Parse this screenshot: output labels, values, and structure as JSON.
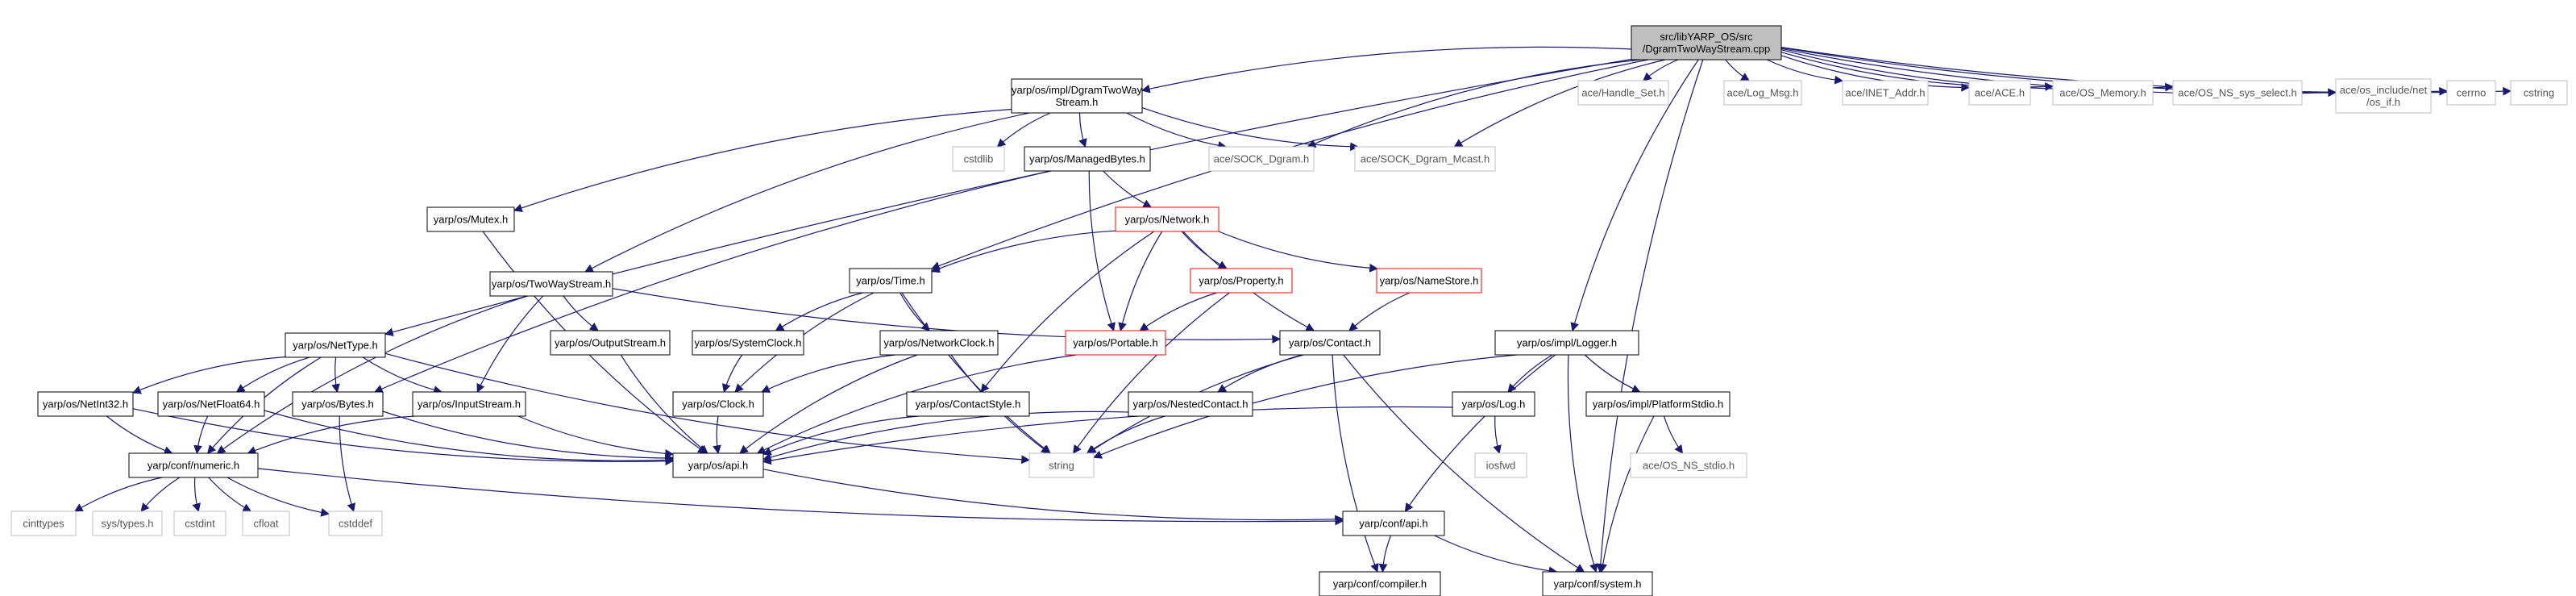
{
  "colors": {
    "edge": "#191970",
    "box_default": "#000000",
    "box_truncated": "#ff0000",
    "box_external": "#bfbfbf",
    "root_fill": "#bfbfbf"
  },
  "nodes": [
    {
      "id": "root",
      "lines": [
        "src/libYARP_OS/src",
        "/DgramTwoWayStream.cpp"
      ],
      "kind": "root"
    },
    {
      "id": "dgram_h",
      "lines": [
        "yarp/os/impl/DgramTwoWay",
        "Stream.h"
      ],
      "kind": "default"
    },
    {
      "id": "nettype",
      "lines": [
        "yarp/os/NetType.h"
      ],
      "kind": "default"
    },
    {
      "id": "cstdlib",
      "lines": [
        "cstdlib"
      ],
      "kind": "external"
    },
    {
      "id": "managedbytes",
      "lines": [
        "yarp/os/ManagedBytes.h"
      ],
      "kind": "default"
    },
    {
      "id": "sock_dgram",
      "lines": [
        "ace/SOCK_Dgram.h"
      ],
      "kind": "external"
    },
    {
      "id": "sock_mcast",
      "lines": [
        "ace/SOCK_Dgram_Mcast.h"
      ],
      "kind": "external"
    },
    {
      "id": "handle_set",
      "lines": [
        "ace/Handle_Set.h"
      ],
      "kind": "external"
    },
    {
      "id": "log_msg",
      "lines": [
        "ace/Log_Msg.h"
      ],
      "kind": "external"
    },
    {
      "id": "inet_addr",
      "lines": [
        "ace/INET_Addr.h"
      ],
      "kind": "external"
    },
    {
      "id": "ace_h",
      "lines": [
        "ace/ACE.h"
      ],
      "kind": "external"
    },
    {
      "id": "os_memory",
      "lines": [
        "ace/OS_Memory.h"
      ],
      "kind": "external"
    },
    {
      "id": "os_ns_sys_select",
      "lines": [
        "ace/OS_NS_sys_select.h"
      ],
      "kind": "external"
    },
    {
      "id": "os_if",
      "lines": [
        "ace/os_include/net",
        "/os_if.h"
      ],
      "kind": "external"
    },
    {
      "id": "cerrno",
      "lines": [
        "cerrno"
      ],
      "kind": "external"
    },
    {
      "id": "cstring",
      "lines": [
        "cstring"
      ],
      "kind": "external"
    },
    {
      "id": "mutex",
      "lines": [
        "yarp/os/Mutex.h"
      ],
      "kind": "default"
    },
    {
      "id": "network",
      "lines": [
        "yarp/os/Network.h"
      ],
      "kind": "truncated"
    },
    {
      "id": "time",
      "lines": [
        "yarp/os/Time.h"
      ],
      "kind": "default"
    },
    {
      "id": "property",
      "lines": [
        "yarp/os/Property.h"
      ],
      "kind": "truncated"
    },
    {
      "id": "namestore",
      "lines": [
        "yarp/os/NameStore.h"
      ],
      "kind": "truncated"
    },
    {
      "id": "twowaystream",
      "lines": [
        "yarp/os/TwoWayStream.h"
      ],
      "kind": "default"
    },
    {
      "id": "systemclock",
      "lines": [
        "yarp/os/SystemClock.h"
      ],
      "kind": "default"
    },
    {
      "id": "networkclock",
      "lines": [
        "yarp/os/NetworkClock.h"
      ],
      "kind": "default"
    },
    {
      "id": "portable",
      "lines": [
        "yarp/os/Portable.h"
      ],
      "kind": "truncated"
    },
    {
      "id": "contact",
      "lines": [
        "yarp/os/Contact.h"
      ],
      "kind": "default"
    },
    {
      "id": "logger",
      "lines": [
        "yarp/os/impl/Logger.h"
      ],
      "kind": "default"
    },
    {
      "id": "outputstream",
      "lines": [
        "yarp/os/OutputStream.h"
      ],
      "kind": "default"
    },
    {
      "id": "netint32",
      "lines": [
        "yarp/os/NetInt32.h"
      ],
      "kind": "default"
    },
    {
      "id": "netfloat64",
      "lines": [
        "yarp/os/NetFloat64.h"
      ],
      "kind": "default"
    },
    {
      "id": "bytes",
      "lines": [
        "yarp/os/Bytes.h"
      ],
      "kind": "default"
    },
    {
      "id": "inputstream",
      "lines": [
        "yarp/os/InputStream.h"
      ],
      "kind": "default"
    },
    {
      "id": "clock",
      "lines": [
        "yarp/os/Clock.h"
      ],
      "kind": "default"
    },
    {
      "id": "contactstyle",
      "lines": [
        "yarp/os/ContactStyle.h"
      ],
      "kind": "default"
    },
    {
      "id": "nestedcontact",
      "lines": [
        "yarp/os/NestedContact.h"
      ],
      "kind": "default"
    },
    {
      "id": "log",
      "lines": [
        "yarp/os/Log.h"
      ],
      "kind": "default"
    },
    {
      "id": "platformstdio",
      "lines": [
        "yarp/os/impl/PlatformStdio.h"
      ],
      "kind": "default"
    },
    {
      "id": "numeric",
      "lines": [
        "yarp/conf/numeric.h"
      ],
      "kind": "default"
    },
    {
      "id": "api",
      "lines": [
        "yarp/os/api.h"
      ],
      "kind": "default"
    },
    {
      "id": "string",
      "lines": [
        "string"
      ],
      "kind": "external"
    },
    {
      "id": "iosfwd",
      "lines": [
        "iosfwd"
      ],
      "kind": "external"
    },
    {
      "id": "os_ns_stdio",
      "lines": [
        "ace/OS_NS_stdio.h"
      ],
      "kind": "external"
    },
    {
      "id": "cinttypes",
      "lines": [
        "cinttypes"
      ],
      "kind": "external"
    },
    {
      "id": "sys_types",
      "lines": [
        "sys/types.h"
      ],
      "kind": "external"
    },
    {
      "id": "cstdint",
      "lines": [
        "cstdint"
      ],
      "kind": "external"
    },
    {
      "id": "cfloat",
      "lines": [
        "cfloat"
      ],
      "kind": "external"
    },
    {
      "id": "cstddef",
      "lines": [
        "cstddef"
      ],
      "kind": "external"
    },
    {
      "id": "conf_api",
      "lines": [
        "yarp/conf/api.h"
      ],
      "kind": "default"
    },
    {
      "id": "compiler",
      "lines": [
        "yarp/conf/compiler.h"
      ],
      "kind": "default"
    },
    {
      "id": "system",
      "lines": [
        "yarp/conf/system.h"
      ],
      "kind": "default"
    }
  ],
  "edges": [
    [
      "root",
      "dgram_h"
    ],
    [
      "root",
      "nettype"
    ],
    [
      "root",
      "time"
    ],
    [
      "root",
      "sock_dgram"
    ],
    [
      "root",
      "sock_mcast"
    ],
    [
      "root",
      "handle_set"
    ],
    [
      "root",
      "log_msg"
    ],
    [
      "root",
      "inet_addr"
    ],
    [
      "root",
      "ace_h"
    ],
    [
      "root",
      "os_memory"
    ],
    [
      "root",
      "os_ns_sys_select"
    ],
    [
      "root",
      "os_if"
    ],
    [
      "root",
      "cerrno"
    ],
    [
      "root",
      "cstring"
    ],
    [
      "root",
      "logger"
    ],
    [
      "root",
      "system"
    ],
    [
      "dgram_h",
      "cstdlib"
    ],
    [
      "dgram_h",
      "managedbytes"
    ],
    [
      "dgram_h",
      "sock_dgram"
    ],
    [
      "dgram_h",
      "sock_mcast"
    ],
    [
      "dgram_h",
      "mutex"
    ],
    [
      "dgram_h",
      "twowaystream"
    ],
    [
      "managedbytes",
      "network"
    ],
    [
      "managedbytes",
      "portable"
    ],
    [
      "managedbytes",
      "bytes"
    ],
    [
      "network",
      "time"
    ],
    [
      "network",
      "property"
    ],
    [
      "network",
      "namestore"
    ],
    [
      "network",
      "contact"
    ],
    [
      "network",
      "portable"
    ],
    [
      "network",
      "contactstyle"
    ],
    [
      "mutex",
      "api"
    ],
    [
      "twowaystream",
      "outputstream"
    ],
    [
      "twowaystream",
      "inputstream"
    ],
    [
      "twowaystream",
      "contact"
    ],
    [
      "twowaystream",
      "numeric"
    ],
    [
      "time",
      "systemclock"
    ],
    [
      "time",
      "networkclock"
    ],
    [
      "time",
      "clock"
    ],
    [
      "time",
      "string"
    ],
    [
      "property",
      "portable"
    ],
    [
      "property",
      "string"
    ],
    [
      "namestore",
      "contact"
    ],
    [
      "systemclock",
      "clock"
    ],
    [
      "networkclock",
      "clock"
    ],
    [
      "networkclock",
      "api"
    ],
    [
      "networkclock",
      "string"
    ],
    [
      "portable",
      "api"
    ],
    [
      "contact",
      "nestedcontact"
    ],
    [
      "contact",
      "string"
    ],
    [
      "contact",
      "compiler"
    ],
    [
      "contact",
      "system"
    ],
    [
      "logger",
      "log"
    ],
    [
      "logger",
      "platformstdio"
    ],
    [
      "logger",
      "string"
    ],
    [
      "logger",
      "conf_api"
    ],
    [
      "logger",
      "system"
    ],
    [
      "outputstream",
      "api"
    ],
    [
      "nettype",
      "netint32"
    ],
    [
      "nettype",
      "netfloat64"
    ],
    [
      "nettype",
      "bytes"
    ],
    [
      "nettype",
      "inputstream"
    ],
    [
      "nettype",
      "numeric"
    ],
    [
      "nettype",
      "string"
    ],
    [
      "netint32",
      "numeric"
    ],
    [
      "netint32",
      "api"
    ],
    [
      "netfloat64",
      "numeric"
    ],
    [
      "netfloat64",
      "api"
    ],
    [
      "bytes",
      "api"
    ],
    [
      "bytes",
      "cstddef"
    ],
    [
      "inputstream",
      "api"
    ],
    [
      "inputstream",
      "numeric"
    ],
    [
      "clock",
      "api"
    ],
    [
      "contactstyle",
      "api"
    ],
    [
      "nestedcontact",
      "api"
    ],
    [
      "nestedcontact",
      "string"
    ],
    [
      "log",
      "api"
    ],
    [
      "log",
      "iosfwd"
    ],
    [
      "platformstdio",
      "os_ns_stdio"
    ],
    [
      "platformstdio",
      "system"
    ],
    [
      "numeric",
      "cinttypes"
    ],
    [
      "numeric",
      "sys_types"
    ],
    [
      "numeric",
      "cstdint"
    ],
    [
      "numeric",
      "cfloat"
    ],
    [
      "numeric",
      "cstddef"
    ],
    [
      "numeric",
      "conf_api"
    ],
    [
      "api",
      "conf_api"
    ],
    [
      "conf_api",
      "compiler"
    ],
    [
      "conf_api",
      "system"
    ]
  ]
}
